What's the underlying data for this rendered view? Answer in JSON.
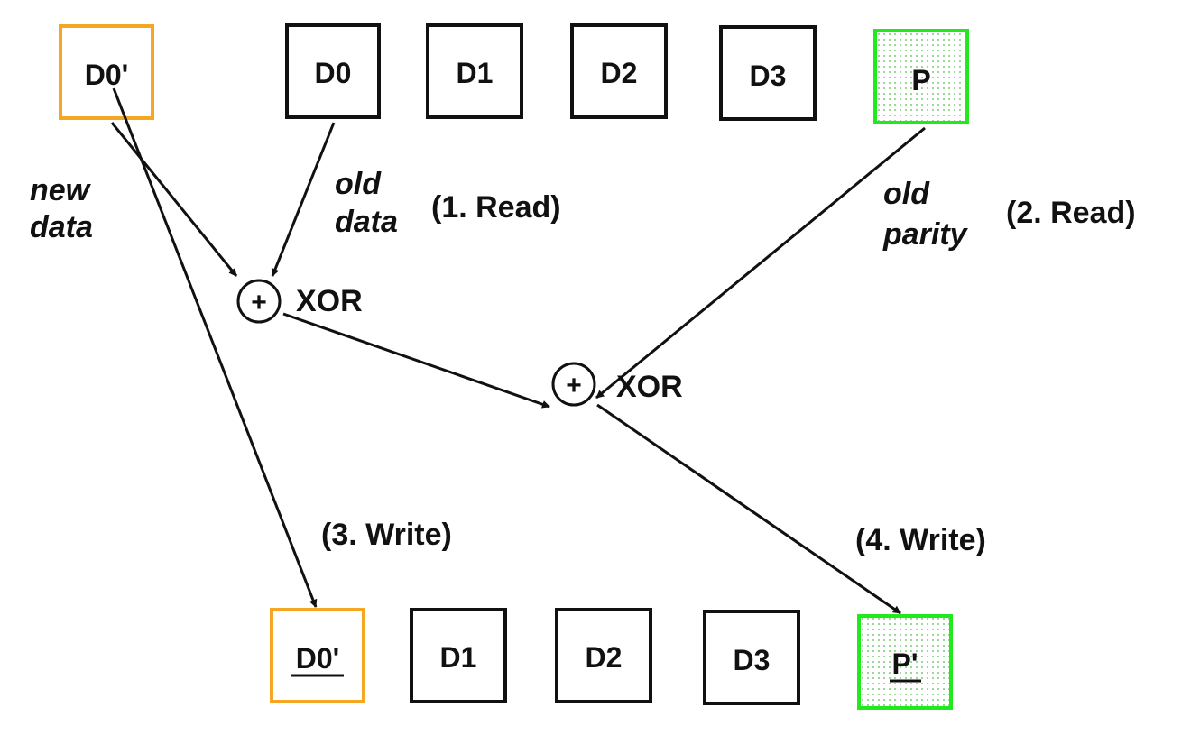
{
  "colors": {
    "stroke": "#111111",
    "new_data_block": "#F5A623",
    "parity_block": "#22E81E",
    "parity_dots": "#4DBF4A"
  },
  "top_row": {
    "new_data": "D0'",
    "blocks": [
      "D0",
      "D1",
      "D2",
      "D3"
    ],
    "parity": "P"
  },
  "bottom_row": {
    "new_data": "D0'",
    "blocks": [
      "D1",
      "D2",
      "D3"
    ],
    "parity": "P'"
  },
  "labels": {
    "new_data": [
      "new",
      "data"
    ],
    "old_data": [
      "old",
      "data"
    ],
    "old_parity": [
      "old",
      "parity"
    ],
    "step1": "(1. Read)",
    "step2": "(2. Read)",
    "step3": "(3. Write)",
    "step4": "(4. Write)"
  },
  "xor": {
    "symbol": "+",
    "label": "XOR"
  }
}
